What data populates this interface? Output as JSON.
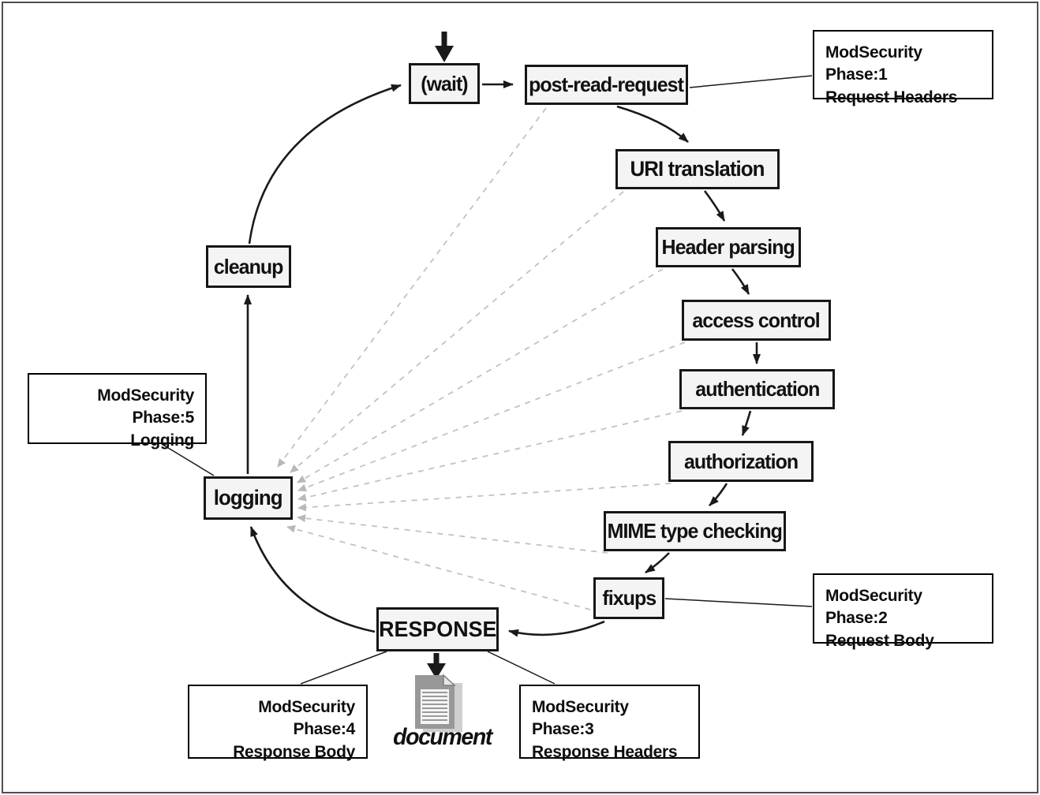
{
  "diagram": {
    "subject": "Apache request processing cycle with ModSecurity phases"
  },
  "nodes": {
    "wait": {
      "label": "(wait)"
    },
    "post_read_request": {
      "label": "post-read-request"
    },
    "uri_translation": {
      "label": "URI translation"
    },
    "header_parsing": {
      "label": "Header parsing"
    },
    "access_control": {
      "label": "access control"
    },
    "authentication": {
      "label": "authentication"
    },
    "authorization": {
      "label": "authorization"
    },
    "mime_type_checking": {
      "label": "MIME type checking"
    },
    "fixups": {
      "label": "fixups"
    },
    "response": {
      "label": "RESPONSE"
    },
    "logging": {
      "label": "logging"
    },
    "cleanup": {
      "label": "cleanup"
    }
  },
  "callouts": {
    "phase1": {
      "line1": "ModSecurity Phase:1",
      "line2": "Request Headers",
      "align": "left"
    },
    "phase2": {
      "line1": "ModSecurity Phase:2",
      "line2": "Request Body",
      "align": "left"
    },
    "phase3": {
      "line1": "ModSecurity Phase:3",
      "line2": "Response Headers",
      "align": "left"
    },
    "phase4": {
      "line1": "ModSecurity Phase:4",
      "line2": "Response Body",
      "align": "right"
    },
    "phase5": {
      "line1": "ModSecurity Phase:5",
      "line2": "Logging",
      "align": "right"
    }
  },
  "document": {
    "label": "document"
  },
  "colors": {
    "node_border": "#161616",
    "node_fill": "#f4f4f4",
    "arrow": "#1a1a1a",
    "dashed_arrow": "#c2c2c2",
    "frame": "#4f4f4f",
    "background": "#ffffff"
  }
}
